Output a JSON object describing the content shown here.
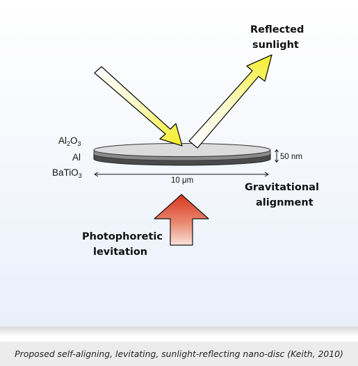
{
  "figure": {
    "reflected_label": [
      "Reflected",
      "sunlight"
    ],
    "gravitational_label": [
      "Gravitational",
      "alignment"
    ],
    "photophoretic_label": [
      "Photophoretic",
      "levitation"
    ],
    "layers": {
      "al2o3": {
        "base": "Al",
        "sub1": "2",
        "mid": "O",
        "sub2": "3"
      },
      "al": "Al",
      "batio3": {
        "base": "BaTiO",
        "sub": "3"
      }
    },
    "thickness_label": "50 nm",
    "width_label": "10 μm",
    "colors": {
      "incoming_arrow": "#f4ee22",
      "reflected_arrow": "#f4ee22",
      "levitation_arrow": "#d8341c",
      "disc_top": "#dcdcdc",
      "disc_bottom": "#4a4a4a"
    }
  },
  "caption": "Proposed self-aligning, levitating, sunlight-reflecting nano-disc (Keith, 2010)"
}
